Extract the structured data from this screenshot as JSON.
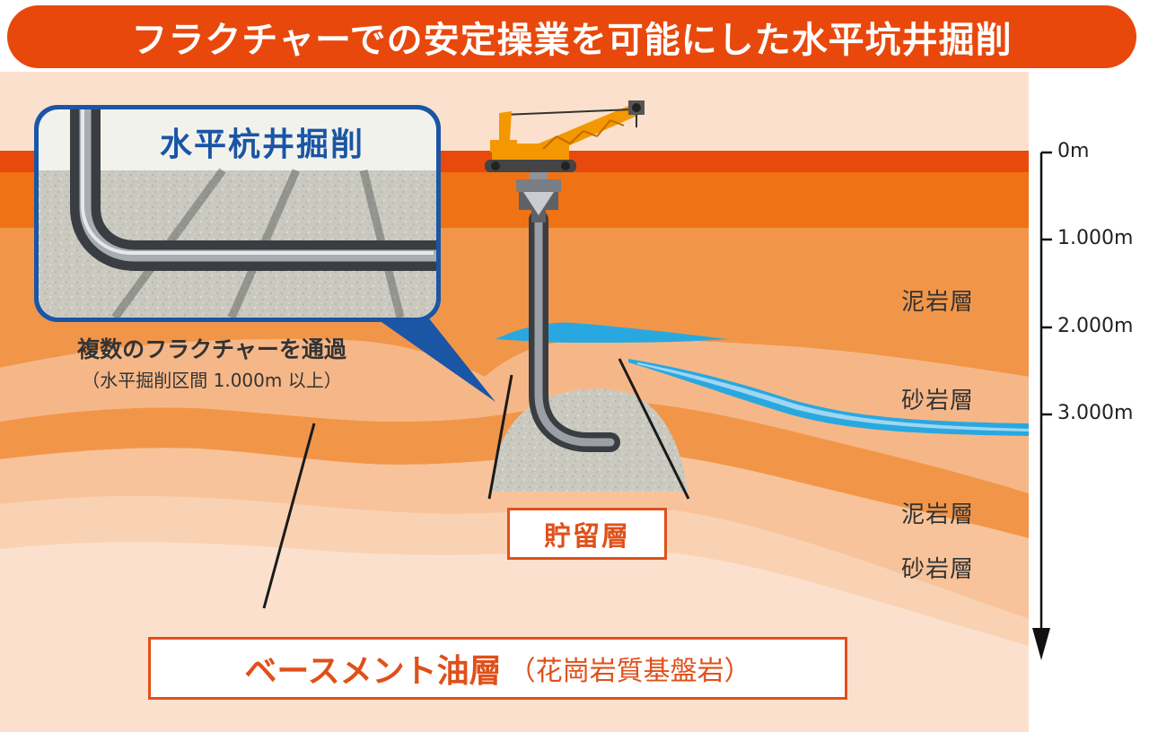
{
  "title": "フラクチャーでの安定操業を可能にした水平坑井掘削",
  "inset": {
    "title": "水平杭井掘削",
    "caption_main": "複数のフラクチャーを通過",
    "caption_sub": "（水平掘削区間 1.000m 以上）"
  },
  "depth_scale": [
    "0m",
    "1.000m",
    "2.000m",
    "3.000m"
  ],
  "layers": [
    "泥岩層",
    "砂岩層",
    "泥岩層",
    "砂岩層"
  ],
  "reservoir_label": "貯留層",
  "basement": {
    "label_bold": "ベースメント油層",
    "label_light": "（花崗岩質基盤岩）"
  },
  "colors": {
    "title_bg": "#e8480c",
    "surface_red": "#e84a0e",
    "surface_orange": "#ef7315",
    "mudstone": "#f19649",
    "sandstone": "#f6b788",
    "deep_layer": "#f9ccaa",
    "basement": "#fbe1cd",
    "water": "#29a8e0",
    "rock_gray": "#c8c8c0",
    "pipe": "#6a6d72",
    "accent_blue": "#1a55a6",
    "crane_orange": "#f39800",
    "label_orange": "#e0501a"
  },
  "icons": [
    "drilling-crane-icon",
    "drill-pipe-icon",
    "magnifier-callout-icon"
  ]
}
